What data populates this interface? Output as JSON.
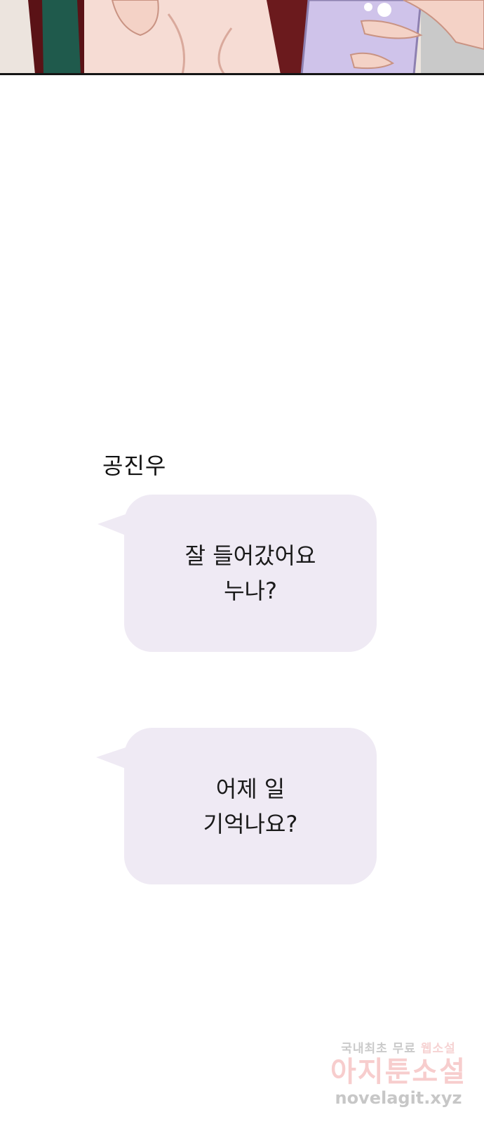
{
  "chat": {
    "sender": "공진우",
    "messages": [
      {
        "text": "잘 들어갔어요\n누나?"
      },
      {
        "text": "어제 일\n기억나요?"
      }
    ]
  },
  "watermark": {
    "line1_prefix": "국내최초 무료",
    "line1_highlight": "웹소설",
    "line2": "아지툰소설",
    "line3": "novelagit.xyz"
  },
  "colors": {
    "bubble": "#efeaf4",
    "text": "#1a1a1a",
    "panel_border": "#151515"
  },
  "illustration": {
    "subject": "cropped comic panel: neck and hands holding a lavender phone"
  }
}
